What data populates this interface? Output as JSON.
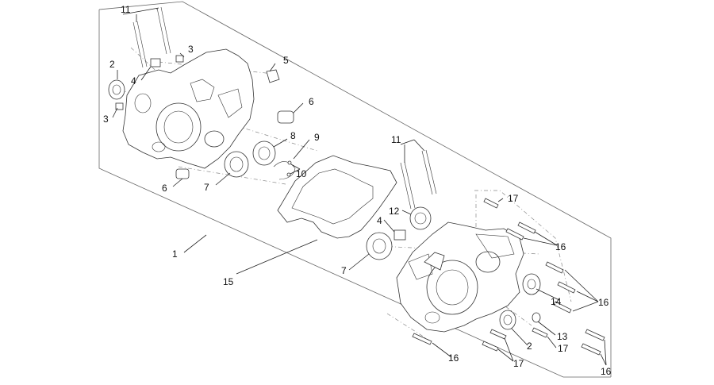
{
  "diagram": {
    "callouts": {
      "c1": "1",
      "c2a": "2",
      "c2b": "2",
      "c3a": "3",
      "c3b": "3",
      "c4a": "4",
      "c4b": "4",
      "c5": "5",
      "c6a": "6",
      "c6b": "6",
      "c7a": "7",
      "c7b": "7",
      "c8": "8",
      "c9": "9",
      "c10": "10",
      "c11a": "11",
      "c11b": "11",
      "c12": "12",
      "c13": "13",
      "c14": "14",
      "c15": "15",
      "c16a": "16",
      "c16b": "16",
      "c16c": "16",
      "c16d": "16",
      "c17a": "17",
      "c17b": "17",
      "c17c": "17"
    }
  }
}
